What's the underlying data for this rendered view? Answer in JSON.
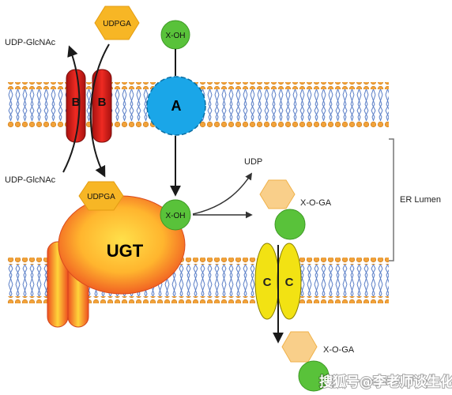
{
  "labels": {
    "udpga_top": "UDPGA",
    "udp_glcnac_top": "UDP-GlcNAc",
    "udp_glcnac_bottom": "UDP-GlcNAc",
    "x_oh_top": "X-OH",
    "x_oh_mid": "X-OH",
    "transporter_a": "A",
    "transporter_b_left": "B",
    "transporter_b_right": "B",
    "udpga_ugt": "UDPGA",
    "ugt": "UGT",
    "udp": "UDP",
    "x_o_ga_mid": "X-O-GA",
    "x_o_ga_bottom": "X-O-GA",
    "transporter_c_left": "C",
    "transporter_c_right": "C",
    "er_lumen": "ER Lumen"
  },
  "watermark": "搜狐号@李老师谈生化",
  "colors": {
    "membrane_head": "#f2a23a",
    "membrane_tail": "#5b7fc7",
    "udpga_hex": "#f7b625",
    "udpga_hex_light": "#f9cf8a",
    "x_oh_circle": "#59c23a",
    "transporter_a": "#1aa6e8",
    "transporter_b": "#e2221f",
    "transporter_c": "#f2e213",
    "ugt_outer": "#ef5a22",
    "ugt_inner": "#ffd23c"
  }
}
